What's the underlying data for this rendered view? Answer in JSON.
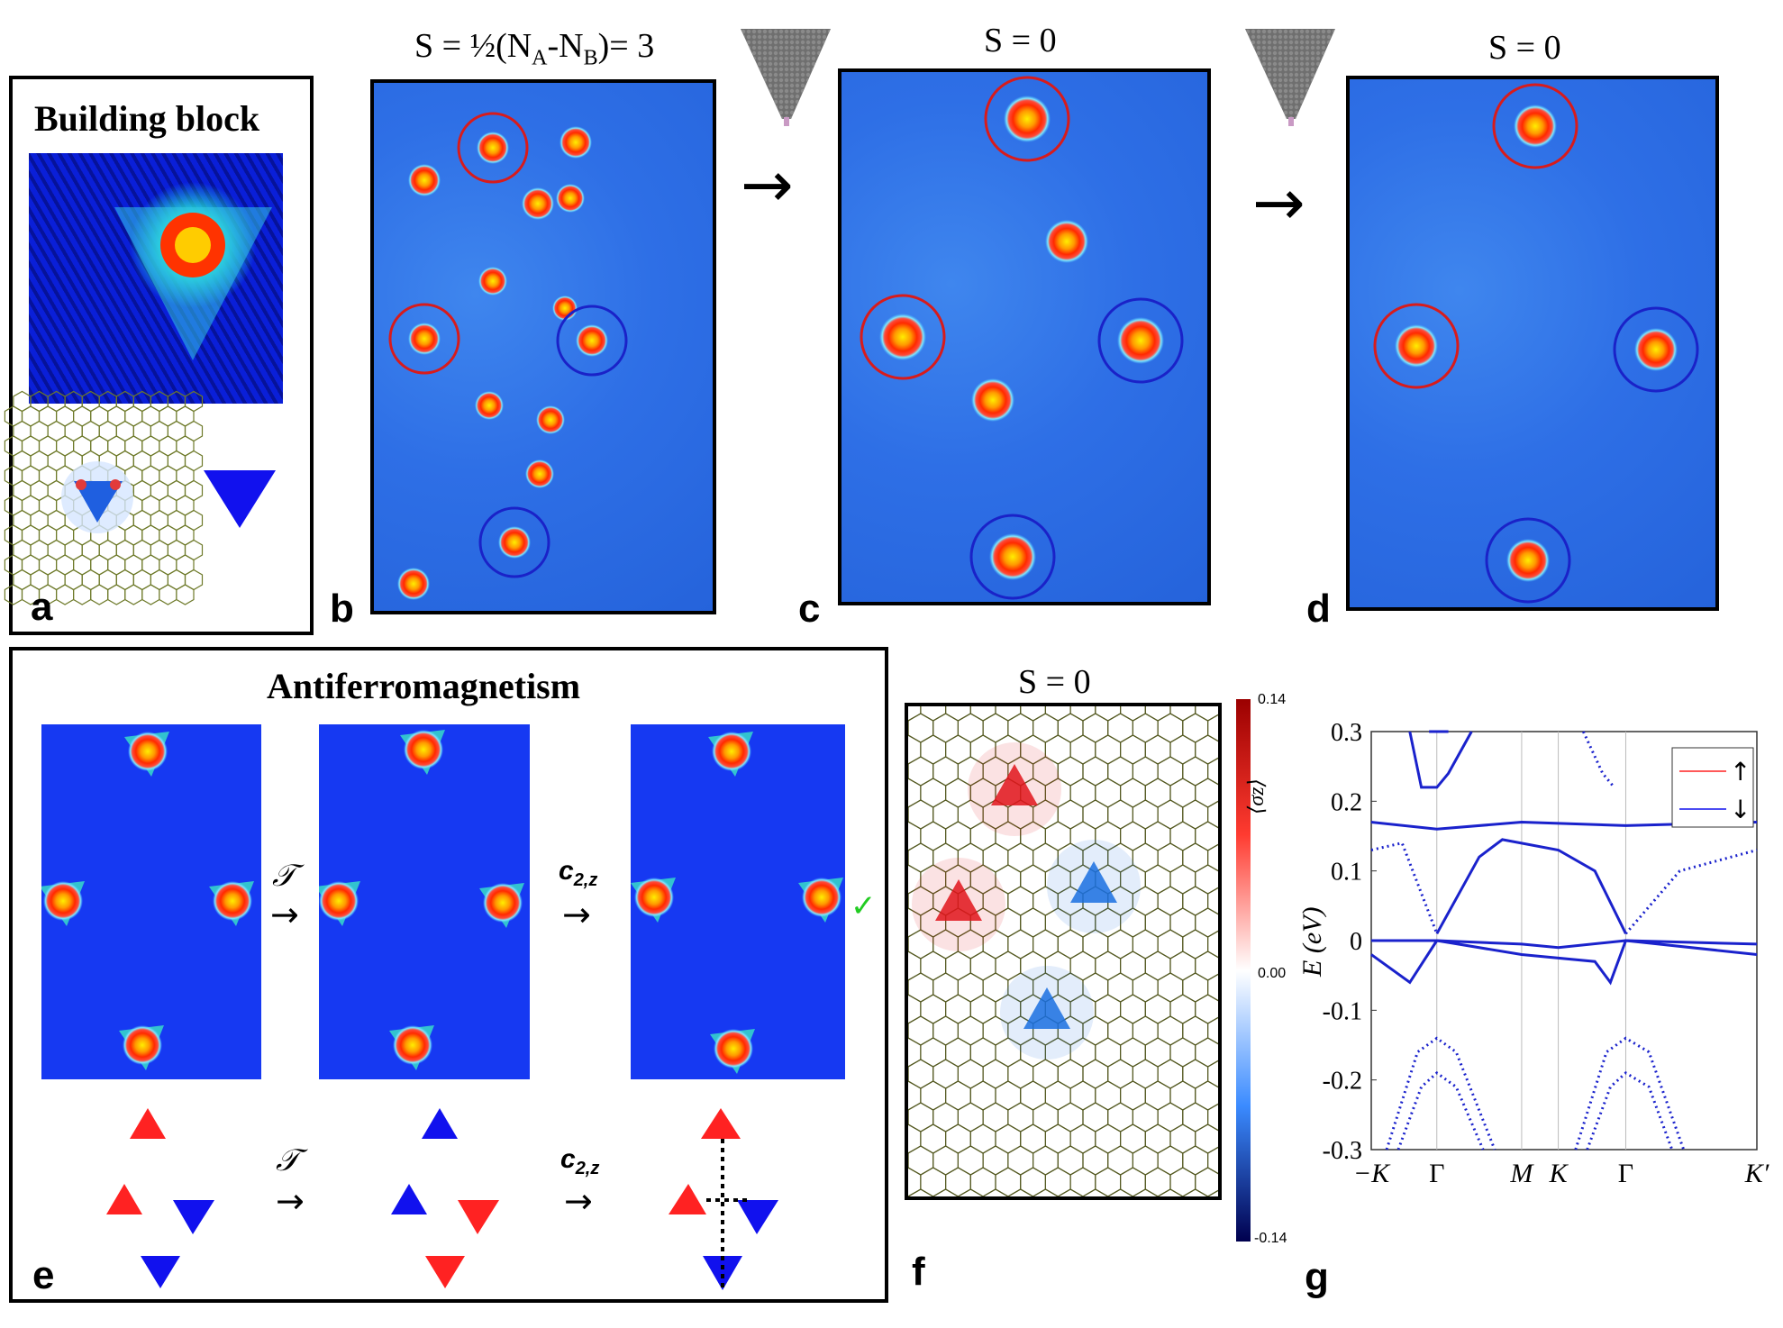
{
  "panels": {
    "a": {
      "letter": "a",
      "title": "Building block"
    },
    "b": {
      "letter": "b",
      "title_prefix": "S = ½(N",
      "sub_a": "A",
      "mid": "-N",
      "sub_b": "B",
      "suffix": ")= 3"
    },
    "c": {
      "letter": "c",
      "title": "S = 0"
    },
    "d": {
      "letter": "d",
      "title": "S = 0"
    },
    "e": {
      "letter": "e",
      "title": "Antiferromagnetism",
      "op_t": "𝒯",
      "op_c": "c",
      "op_c_sub": "2,z",
      "check": "✓"
    },
    "f": {
      "letter": "f",
      "title": "S = 0",
      "colorbar": {
        "max": "0.14",
        "mid": "0.00",
        "min": "-0.14",
        "label": "⟨σz⟩"
      }
    },
    "g": {
      "letter": "g"
    }
  },
  "arrow_glyph": "→",
  "colors": {
    "spin_up": "#ff2222",
    "spin_down": "#1111ee",
    "stm_bg": "#2e6fe6",
    "afm_bg": "#1639f2"
  },
  "chart_data": {
    "type": "line",
    "ylabel": "E (eV)",
    "ylim": [
      -0.3,
      0.3
    ],
    "yticks": [
      "0.3",
      "0.2",
      "0.1",
      "0",
      "-0.1",
      "-0.2",
      "-0.3"
    ],
    "xticks": [
      "−K",
      "Γ",
      "M",
      "K",
      "Γ",
      "K′"
    ],
    "legend": {
      "placement": "top-right",
      "entries": [
        "↑",
        "↓"
      ],
      "colors": [
        "#ff2222",
        "#1111ee"
      ]
    }
  }
}
